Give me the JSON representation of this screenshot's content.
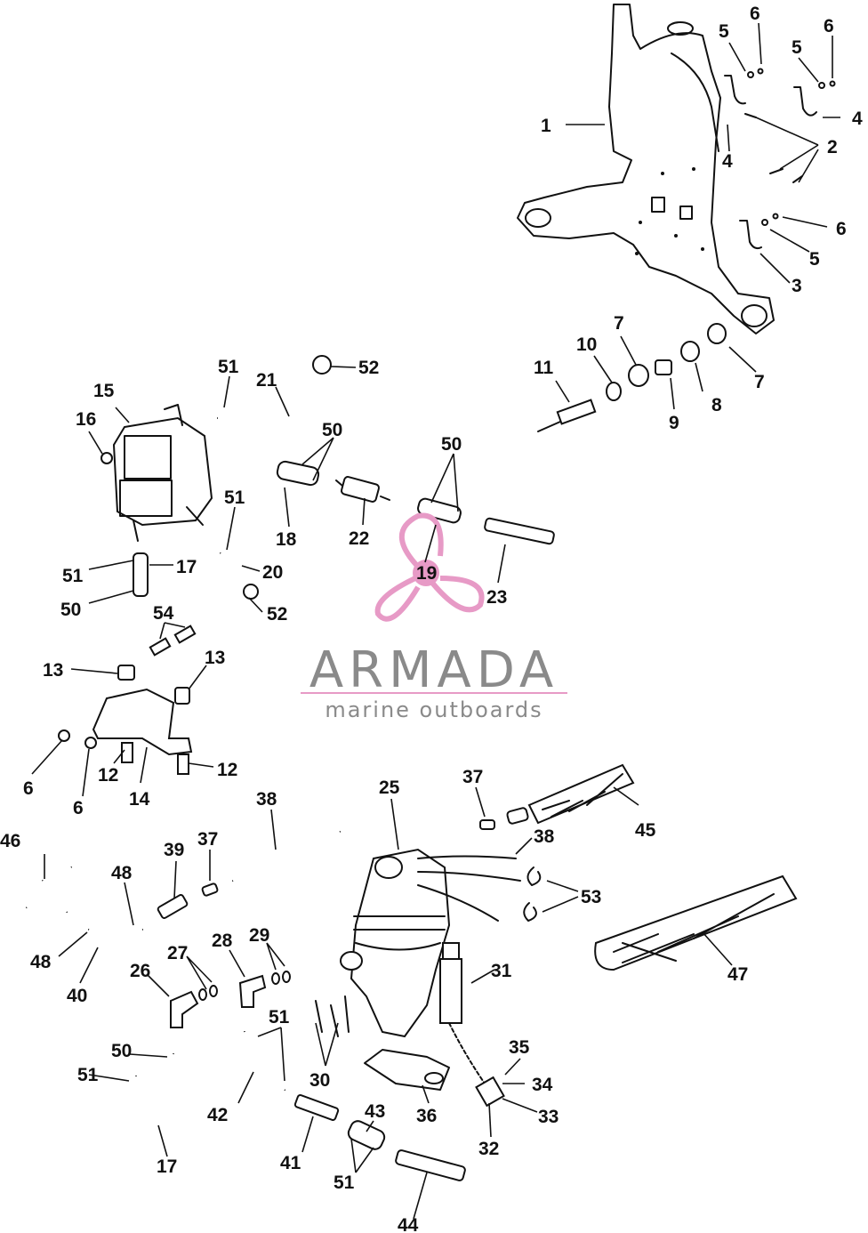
{
  "brand": {
    "name": "ARMADA",
    "tagline": "marine outboards",
    "accent_color": "#e79ac6",
    "text_color": "#8a8a8a"
  },
  "callouts": [
    "1",
    "2",
    "3",
    "4",
    "4",
    "5",
    "5",
    "5",
    "6",
    "6",
    "6",
    "7",
    "7",
    "8",
    "9",
    "10",
    "11",
    "12",
    "12",
    "13",
    "13",
    "14",
    "15",
    "16",
    "17",
    "17",
    "18",
    "19",
    "20",
    "21",
    "22",
    "23",
    "25",
    "26",
    "27",
    "28",
    "29",
    "30",
    "31",
    "32",
    "33",
    "34",
    "35",
    "36",
    "37",
    "37",
    "38",
    "38",
    "39",
    "40",
    "41",
    "42",
    "43",
    "44",
    "45",
    "46",
    "47",
    "48",
    "48",
    "50",
    "50",
    "50",
    "50",
    "51",
    "51",
    "51",
    "51",
    "51",
    "51",
    "52",
    "52",
    "53",
    "54",
    "6",
    "6"
  ]
}
